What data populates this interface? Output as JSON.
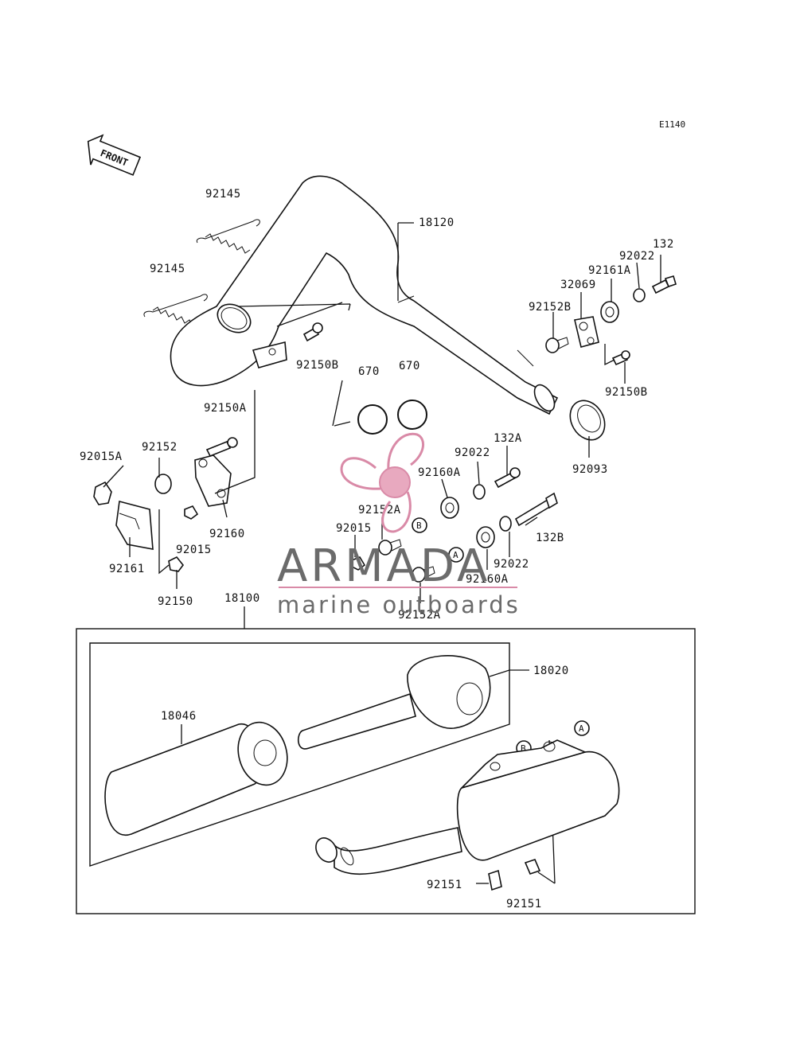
{
  "diagram_code": "E1140",
  "front_arrow_label": "FRONT",
  "labels": {
    "l18120": "18120",
    "l92145_top": "92145",
    "l92145_mid": "92145",
    "l92150B_left": "92150B",
    "l92150A": "92150A",
    "l670_a": "670",
    "l670_b": "670",
    "l132": "132",
    "l92022_top": "92022",
    "l92161A": "92161A",
    "l32069": "32069",
    "l92152B": "92152B",
    "l92150B_right": "92150B",
    "l92093": "92093",
    "l92015A": "92015A",
    "l92152": "92152",
    "l92160": "92160",
    "l92015_left": "92015",
    "l92161": "92161",
    "l92150": "92150",
    "l132A": "132A",
    "l92022_mid": "92022",
    "l92160A_top": "92160A",
    "l92152A_top": "92152A",
    "l92015_mid": "92015",
    "l132B": "132B",
    "l92022_low": "92022",
    "l92160A_low": "92160A",
    "l92152A_low": "92152A",
    "l18100": "18100",
    "l18020": "18020",
    "l18046": "18046",
    "l92151_a": "92151",
    "l92151_b": "92151"
  },
  "ref_markers": {
    "a1": "A",
    "b1": "B",
    "a2": "A",
    "b2": "B"
  },
  "watermark": {
    "brand": "ARMADA",
    "tagline": "marine outboards",
    "brand_color": "#6b6b6b",
    "accent_color": "#d98aa7"
  }
}
